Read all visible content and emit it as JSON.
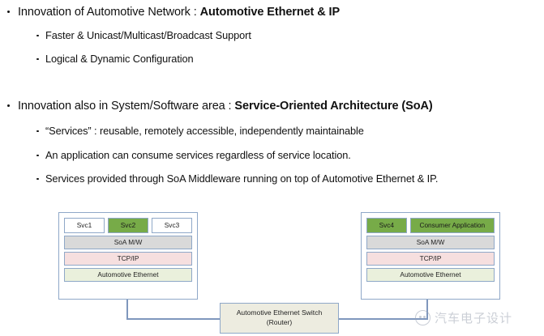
{
  "slide": {
    "bullets": [
      {
        "level": 1,
        "text_plain": "Innovation of Automotive Network : ",
        "text_bold": "Automotive Ethernet & IP"
      },
      {
        "level": 2,
        "text_plain": "Faster & Unicast/Multicast/Broadcast Support",
        "text_bold": ""
      },
      {
        "level": 2,
        "text_plain": "Logical & Dynamic Configuration",
        "text_bold": ""
      },
      {
        "level": 1,
        "text_plain": "Innovation also in System/Software area : ",
        "text_bold": "Service-Oriented Architecture (SoA)"
      },
      {
        "level": 2,
        "text_plain": "“Services” : reusable, remotely accessible, independently maintainable",
        "text_bold": ""
      },
      {
        "level": 2,
        "text_plain": "An application can consume services regardless of service location.",
        "text_bold": ""
      },
      {
        "level": 2,
        "text_plain": "Services provided through SoA Middleware running on top of Automotive Ethernet & IP.",
        "text_bold": ""
      }
    ]
  },
  "diagram": {
    "left_node": {
      "services": [
        {
          "label": "Svc1",
          "style": "white"
        },
        {
          "label": "Svc2",
          "style": "green"
        },
        {
          "label": "Svc3",
          "style": "white"
        }
      ],
      "layers": [
        {
          "label": "SoA M/W",
          "style": "gray"
        },
        {
          "label": "TCP/IP",
          "style": "pink"
        },
        {
          "label": "Automotive Ethernet",
          "style": "olive"
        }
      ]
    },
    "right_node": {
      "services": [
        {
          "label": "Svc4",
          "style": "green"
        },
        {
          "label": "Consumer Application",
          "style": "green"
        }
      ],
      "layers": [
        {
          "label": "SoA M/W",
          "style": "gray"
        },
        {
          "label": "TCP/IP",
          "style": "pink"
        },
        {
          "label": "Automotive Ethernet",
          "style": "olive"
        }
      ]
    },
    "switch": {
      "line1": "Automotive Ethernet Switch",
      "line2": "(Router)"
    }
  },
  "watermark": {
    "text": "汽车电子设计",
    "icon": "wechat-circle-logo"
  },
  "colors": {
    "service_green": "#77ab48",
    "layer_gray": "#d9d9d9",
    "layer_pink": "#f6dfdf",
    "layer_olive": "#eaf0dc",
    "box_border": "#8fa8c8",
    "link_line": "#7f97bd",
    "switch_fill": "#edece0",
    "watermark_text": "#a2a9b6"
  }
}
